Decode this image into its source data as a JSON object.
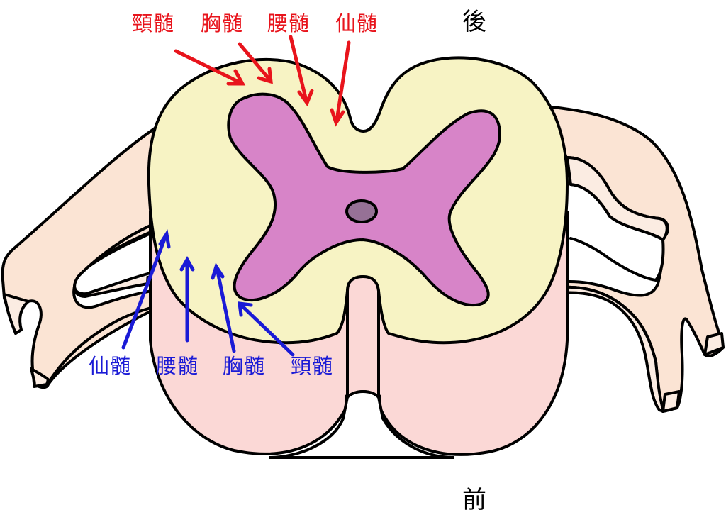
{
  "diagram": {
    "subject": "spinal cord cross-section",
    "orientation": {
      "posterior_label": "後",
      "anterior_label": "前"
    },
    "posterior_labels": [
      {
        "text": "頸髄",
        "color": "#e8141c"
      },
      {
        "text": "胸髄",
        "color": "#e8141c"
      },
      {
        "text": "腰髄",
        "color": "#e8141c"
      },
      {
        "text": "仙髄",
        "color": "#e8141c"
      }
    ],
    "anterior_labels": [
      {
        "text": "仙髄",
        "color": "#1a1ad6"
      },
      {
        "text": "腰髄",
        "color": "#1a1ad6"
      },
      {
        "text": "胸髄",
        "color": "#1a1ad6"
      },
      {
        "text": "頸髄",
        "color": "#1a1ad6"
      }
    ],
    "colors": {
      "white_matter_posterior": "#f7f3c4",
      "white_matter_anterior": "#fbd8d6",
      "gray_matter": "#d784c8",
      "central_canal": "#967196",
      "nerve_roots": "#fbe4d4",
      "outline": "#000000"
    }
  }
}
